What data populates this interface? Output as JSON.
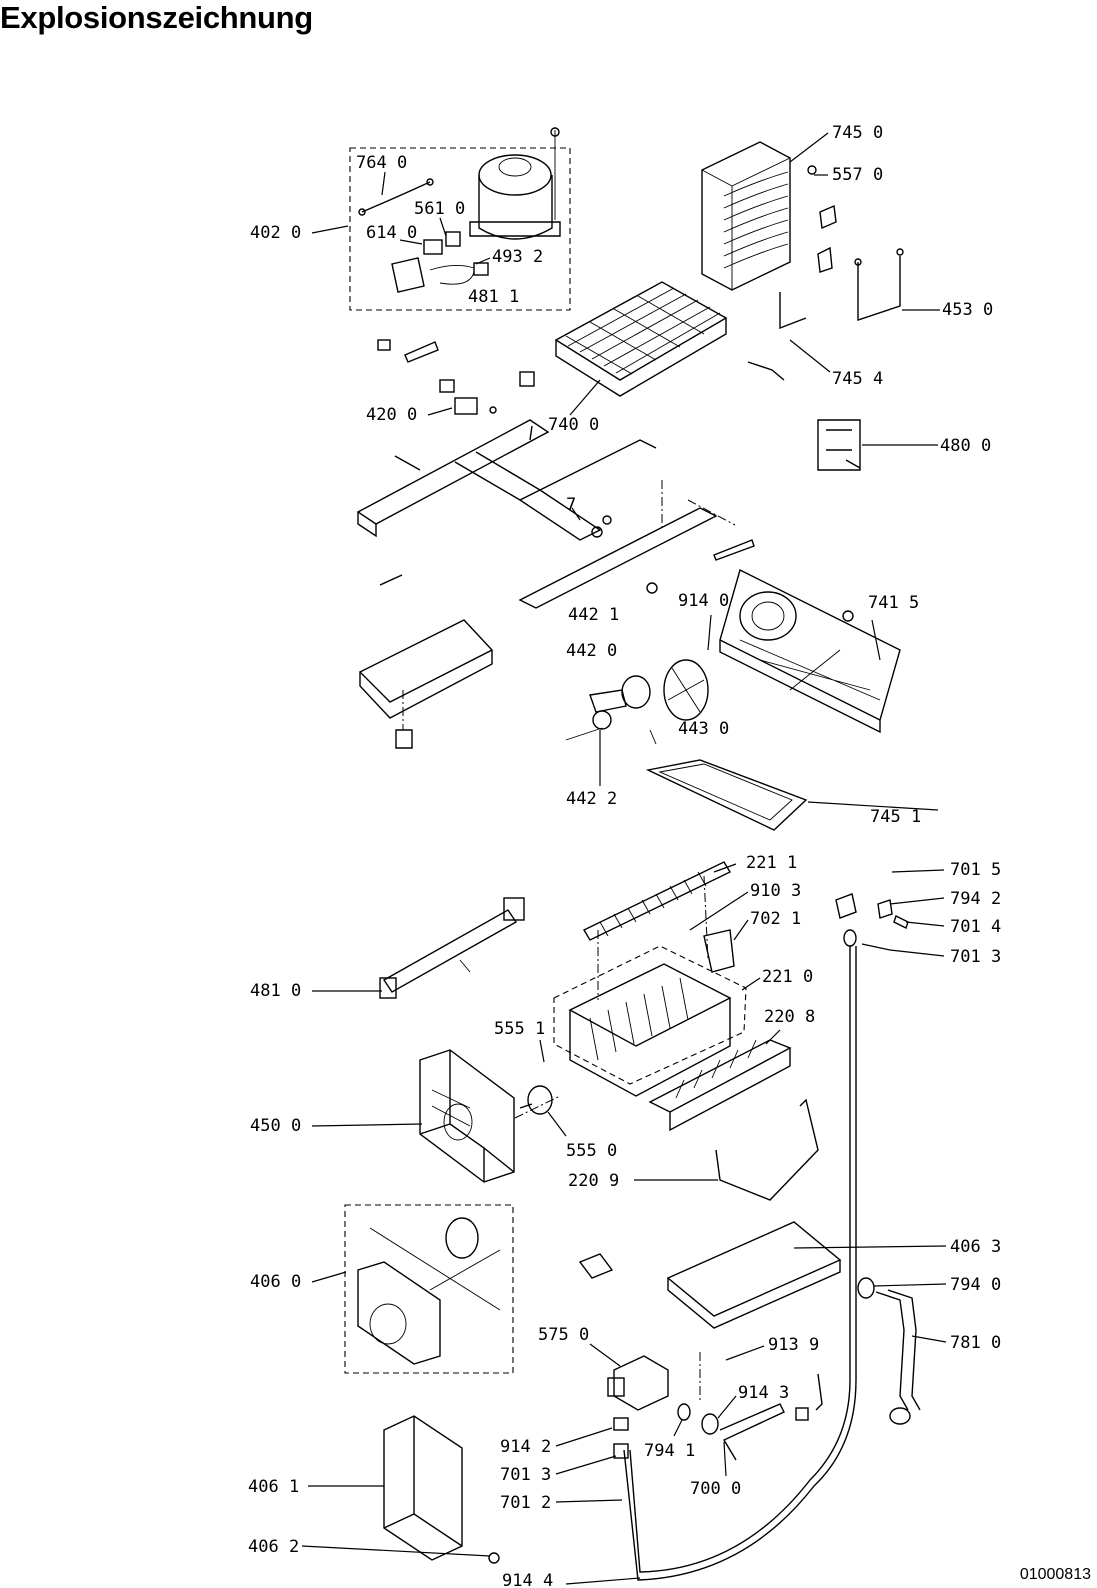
{
  "title": "Explosionszeichnung",
  "document_code": "01000813",
  "callouts": [
    {
      "id": "745-0",
      "text": "745 0"
    },
    {
      "id": "557-0",
      "text": "557 0"
    },
    {
      "id": "764-0",
      "text": "764 0"
    },
    {
      "id": "561-0",
      "text": "561 0"
    },
    {
      "id": "402-0",
      "text": "402 0"
    },
    {
      "id": "614-0",
      "text": "614 0"
    },
    {
      "id": "493-2",
      "text": "493 2"
    },
    {
      "id": "481-1",
      "text": "481 1"
    },
    {
      "id": "453-0",
      "text": "453 0"
    },
    {
      "id": "745-4",
      "text": "745 4"
    },
    {
      "id": "420-0",
      "text": "420 0"
    },
    {
      "id": "740-0",
      "text": "740 0"
    },
    {
      "id": "480-0",
      "text": "480 0"
    },
    {
      "id": "7",
      "text": "7"
    },
    {
      "id": "442-1",
      "text": "442 1"
    },
    {
      "id": "914-0",
      "text": "914 0"
    },
    {
      "id": "741-5",
      "text": "741 5"
    },
    {
      "id": "442-0",
      "text": "442 0"
    },
    {
      "id": "443-0",
      "text": "443 0"
    },
    {
      "id": "442-2",
      "text": "442 2"
    },
    {
      "id": "745-1",
      "text": "745 1"
    },
    {
      "id": "221-1",
      "text": "221 1"
    },
    {
      "id": "701-5",
      "text": "701 5"
    },
    {
      "id": "910-3",
      "text": "910 3"
    },
    {
      "id": "794-2",
      "text": "794 2"
    },
    {
      "id": "702-1",
      "text": "702 1"
    },
    {
      "id": "701-4",
      "text": "701 4"
    },
    {
      "id": "701-3a",
      "text": "701 3"
    },
    {
      "id": "481-0",
      "text": "481 0"
    },
    {
      "id": "221-0",
      "text": "221 0"
    },
    {
      "id": "555-1",
      "text": "555 1"
    },
    {
      "id": "220-8",
      "text": "220 8"
    },
    {
      "id": "450-0",
      "text": "450 0"
    },
    {
      "id": "555-0",
      "text": "555 0"
    },
    {
      "id": "220-9",
      "text": "220 9"
    },
    {
      "id": "406-3",
      "text": "406 3"
    },
    {
      "id": "406-0",
      "text": "406 0"
    },
    {
      "id": "794-0",
      "text": "794 0"
    },
    {
      "id": "575-0",
      "text": "575 0"
    },
    {
      "id": "781-0",
      "text": "781 0"
    },
    {
      "id": "913-9",
      "text": "913 9"
    },
    {
      "id": "914-3",
      "text": "914 3"
    },
    {
      "id": "914-2",
      "text": "914 2"
    },
    {
      "id": "794-1",
      "text": "794 1"
    },
    {
      "id": "701-3b",
      "text": "701 3"
    },
    {
      "id": "700-0",
      "text": "700 0"
    },
    {
      "id": "406-1",
      "text": "406 1"
    },
    {
      "id": "701-2",
      "text": "701 2"
    },
    {
      "id": "406-2",
      "text": "406 2"
    },
    {
      "id": "914-4",
      "text": "914 4"
    }
  ]
}
